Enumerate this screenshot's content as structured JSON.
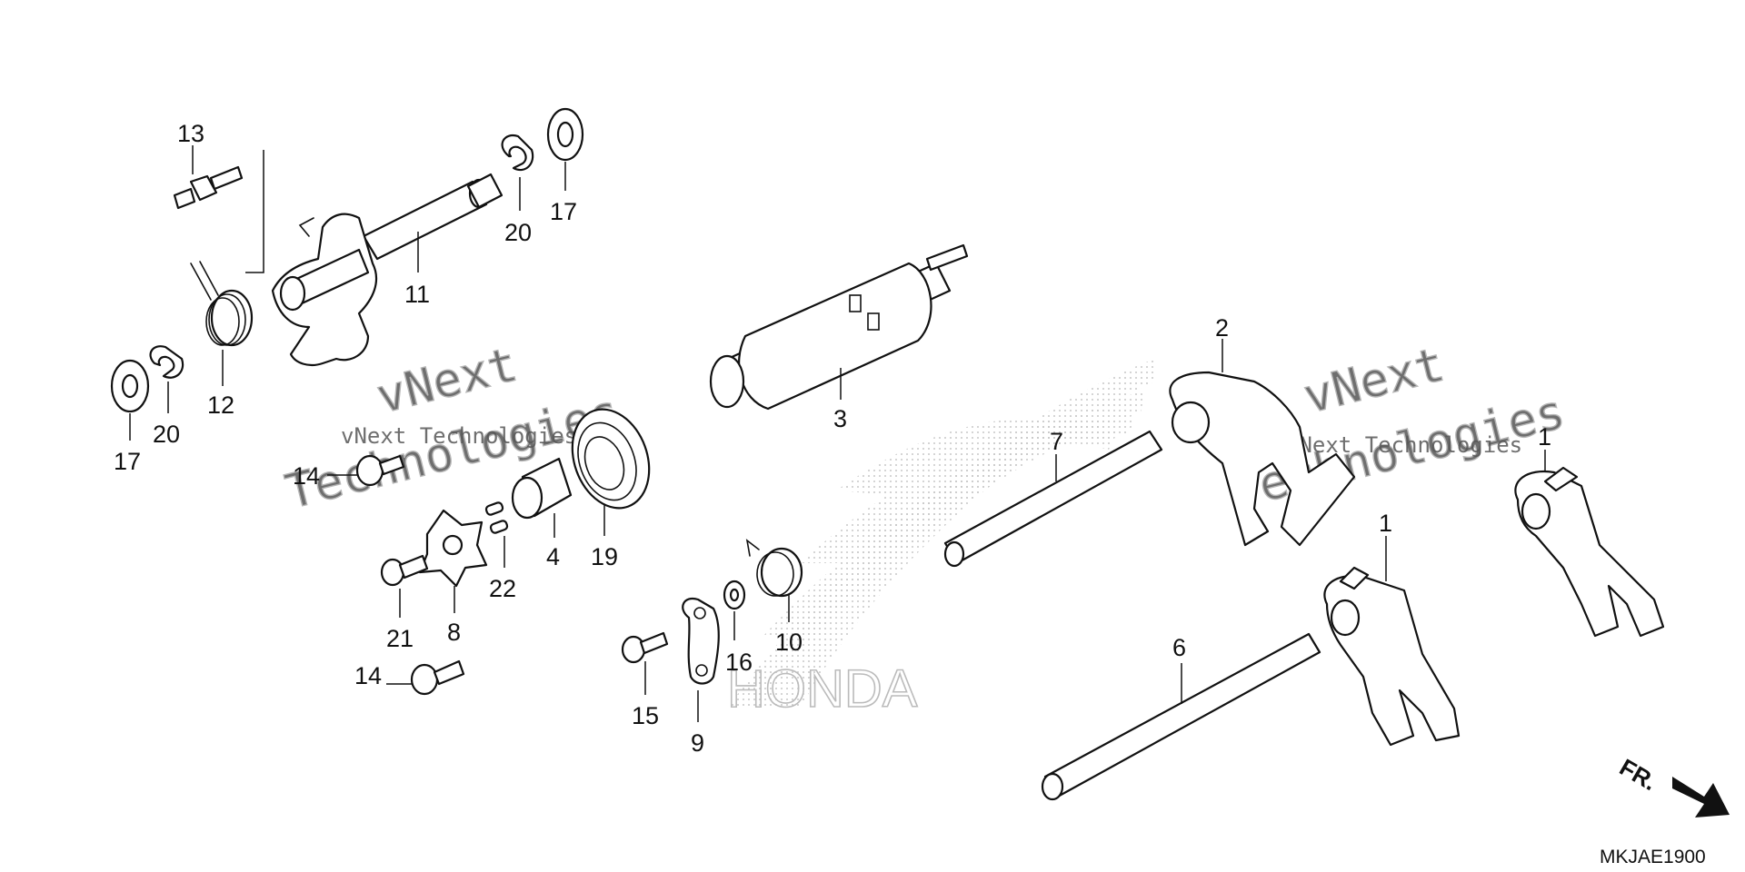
{
  "watermarks": {
    "line1": "vNext",
    "line2": "Technologies",
    "inline": "vNext Technologies",
    "brand": "HONDA"
  },
  "callouts": {
    "c13": "13",
    "c11": "11",
    "c20a": "20",
    "c17a": "17",
    "c12": "12",
    "c20b": "20",
    "c17b": "17",
    "c3": "3",
    "c14a": "14",
    "c14b": "14",
    "c21": "21",
    "c8": "8",
    "c22": "22",
    "c4": "4",
    "c19": "19",
    "c7": "7",
    "c2": "2",
    "c1a": "1",
    "c1b": "1",
    "c10": "10",
    "c16": "16",
    "c15": "15",
    "c9": "9",
    "c6": "6"
  },
  "diagram_code": "MKJAE1900",
  "front_marker": "FR."
}
